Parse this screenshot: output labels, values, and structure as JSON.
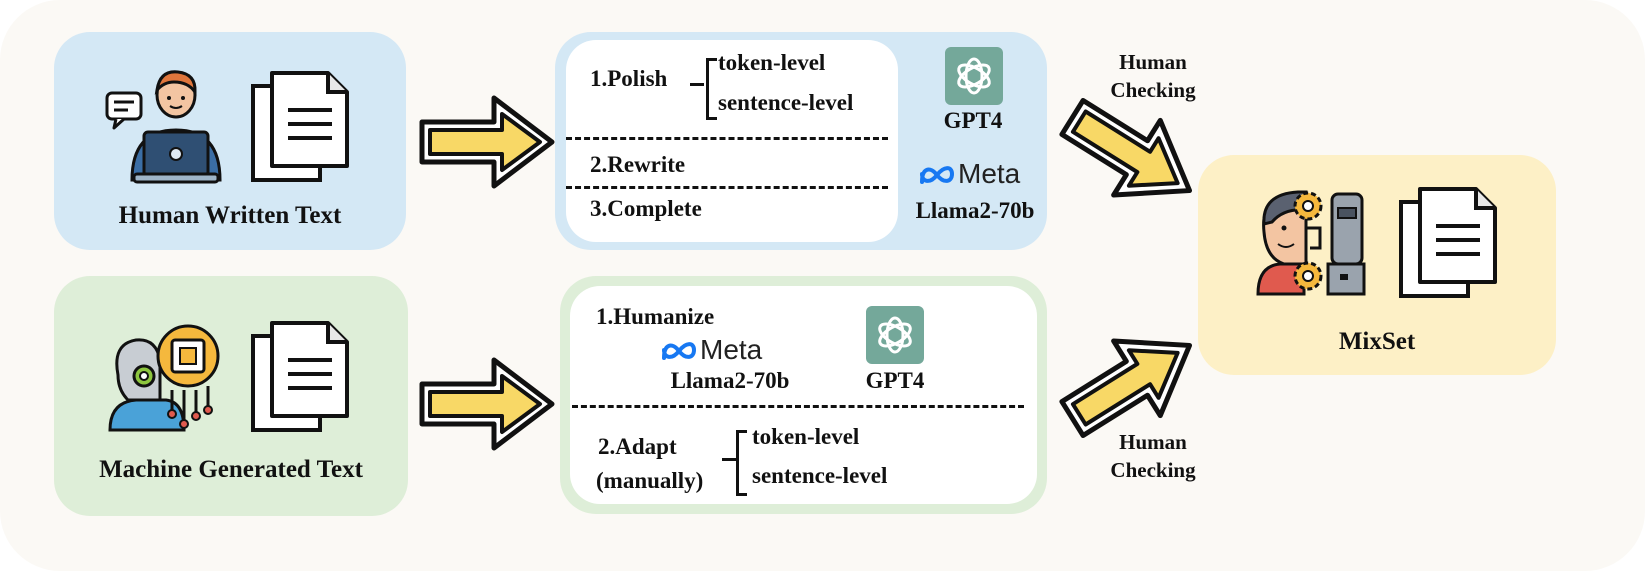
{
  "sources": {
    "human": {
      "label": "Human Written Text"
    },
    "machine": {
      "label": "Machine Generated Text"
    }
  },
  "upper_process": {
    "polish": "1.Polish",
    "polish_levels": [
      "token-level",
      "sentence-level"
    ],
    "rewrite": "2.Rewrite",
    "complete": "3.Complete",
    "models": {
      "gpt": "GPT4",
      "meta_brand": "Meta",
      "llama": "Llama2-70b"
    }
  },
  "lower_process": {
    "humanize": "1.Humanize",
    "models": {
      "meta_brand": "Meta",
      "llama": "Llama2-70b",
      "gpt": "GPT4"
    },
    "adapt": "2.Adapt",
    "adapt_note": "(manually)",
    "adapt_levels": [
      "token-level",
      "sentence-level"
    ]
  },
  "checks": {
    "top": [
      "Human",
      "Checking"
    ],
    "bottom": [
      "Human",
      "Checking"
    ]
  },
  "output": {
    "label": "MixSet"
  },
  "colors": {
    "human_bg": "#d4e8f5",
    "machine_bg": "#deeed8",
    "output_bg": "#fdf0c6",
    "arrow_fill": "#f8d866",
    "gpt_green": "#74a89a",
    "meta_blue": "#1778f2"
  },
  "icons": [
    "person-laptop-icon",
    "chat-bubble-icon",
    "document-icon",
    "robot-head-icon",
    "chip-gear-icon",
    "human-robot-face-icon",
    "gear-icon",
    "openai-logo-icon",
    "meta-logo-icon"
  ]
}
